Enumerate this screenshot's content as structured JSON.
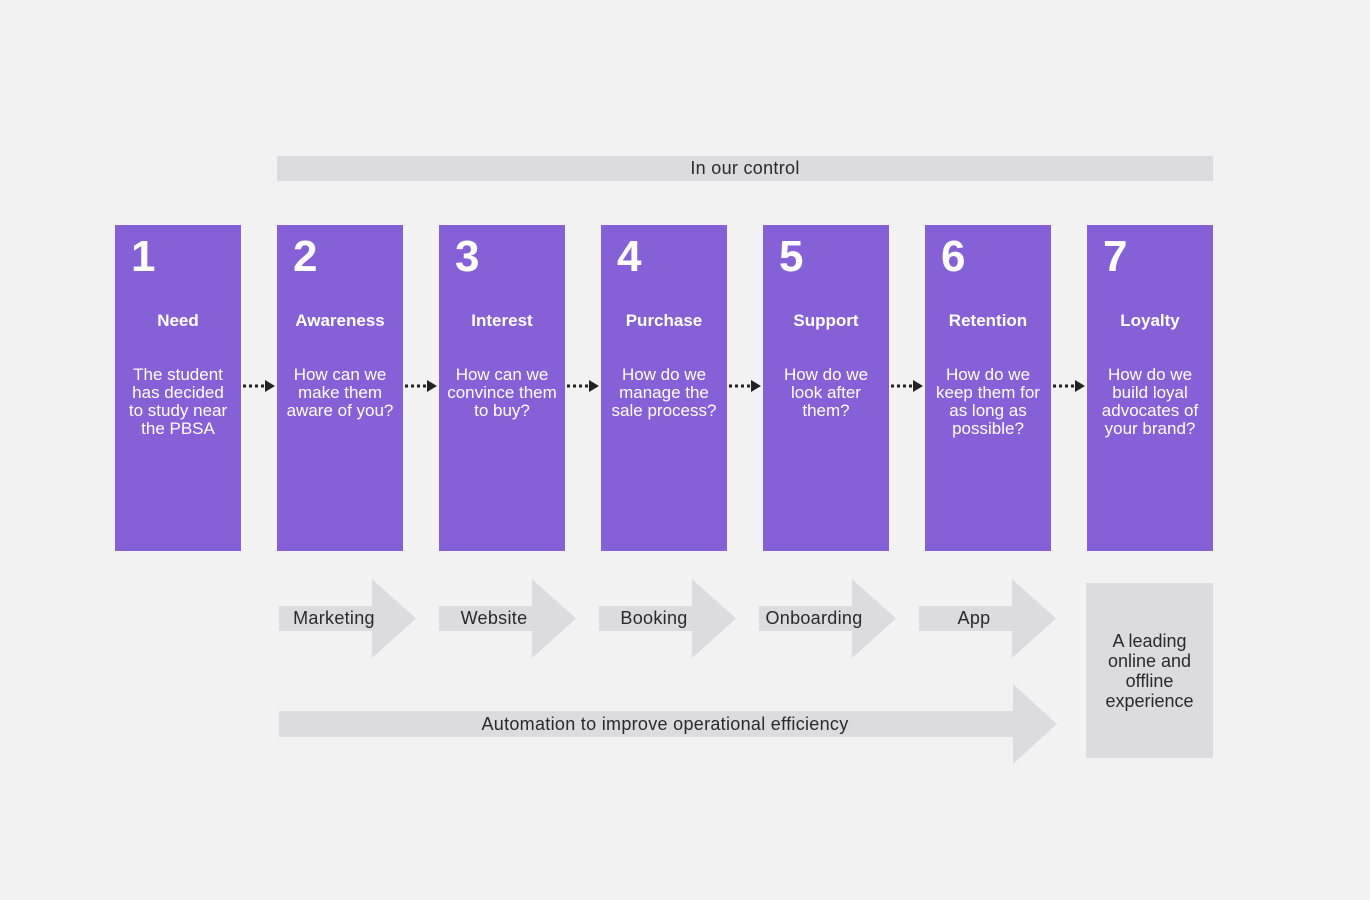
{
  "control_label": "In our control",
  "steps": [
    {
      "number": "1",
      "title": "Need",
      "description": "The student has decided to study near the PBSA"
    },
    {
      "number": "2",
      "title": "Awareness",
      "description": "How can we make them aware of you?"
    },
    {
      "number": "3",
      "title": "Interest",
      "description": "How can we convince them to buy?"
    },
    {
      "number": "4",
      "title": "Purchase",
      "description": "How do we manage the sale process?"
    },
    {
      "number": "5",
      "title": "Support",
      "description": "How do we look after them?"
    },
    {
      "number": "6",
      "title": "Retention",
      "description": "How do we keep them for as long as possible?"
    },
    {
      "number": "7",
      "title": "Loyalty",
      "description": "How do we build loyal advocates of your brand?"
    }
  ],
  "channels": [
    {
      "label": "Marketing"
    },
    {
      "label": "Website"
    },
    {
      "label": "Booking"
    },
    {
      "label": "Onboarding"
    },
    {
      "label": "App"
    }
  ],
  "automation_label": "Automation to improve operational efficiency",
  "outcome_label": "A leading online and offline experience",
  "colors": {
    "step_fill": "#8560d6",
    "arrow_fill": "#dcdcde",
    "background": "#f2f2f2",
    "connector": "#222222"
  }
}
